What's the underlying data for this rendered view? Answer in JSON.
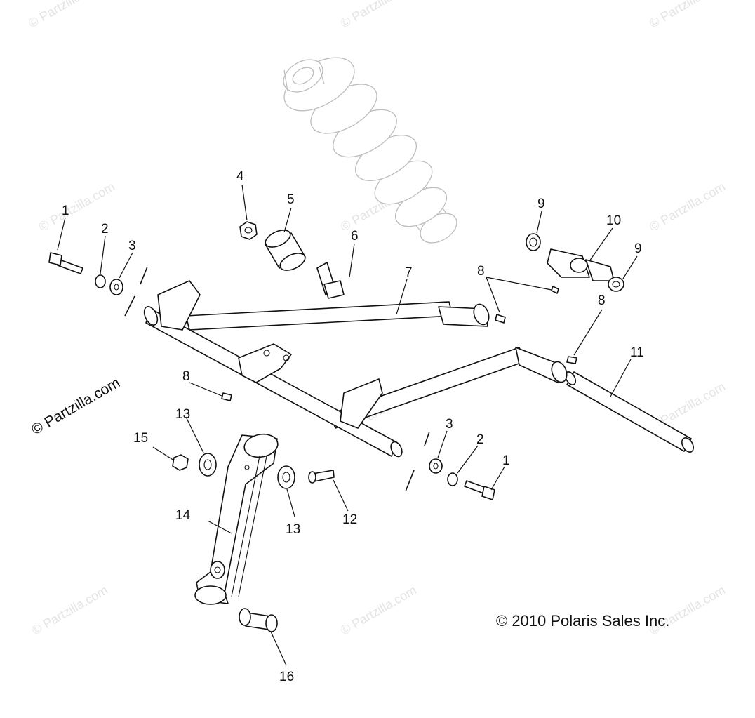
{
  "diagram": {
    "callouts": [
      {
        "id": "c1a",
        "text": "1"
      },
      {
        "id": "c2a",
        "text": "2"
      },
      {
        "id": "c3a",
        "text": "3"
      },
      {
        "id": "c4",
        "text": "4"
      },
      {
        "id": "c5",
        "text": "5"
      },
      {
        "id": "c6",
        "text": "6"
      },
      {
        "id": "c7",
        "text": "7"
      },
      {
        "id": "c8a",
        "text": "8"
      },
      {
        "id": "c8b",
        "text": "8"
      },
      {
        "id": "c8c",
        "text": "8"
      },
      {
        "id": "c9a",
        "text": "9"
      },
      {
        "id": "c9b",
        "text": "9"
      },
      {
        "id": "c10",
        "text": "10"
      },
      {
        "id": "c11",
        "text": "11"
      },
      {
        "id": "c12",
        "text": "12"
      },
      {
        "id": "c13a",
        "text": "13"
      },
      {
        "id": "c13b",
        "text": "13"
      },
      {
        "id": "c14",
        "text": "14"
      },
      {
        "id": "c15",
        "text": "15"
      },
      {
        "id": "c16",
        "text": "16"
      },
      {
        "id": "c3b",
        "text": "3"
      },
      {
        "id": "c2b",
        "text": "2"
      },
      {
        "id": "c1b",
        "text": "1"
      }
    ],
    "copyright": "© 2010 Polaris Sales Inc.",
    "side_copyright": "© Partzilla.com",
    "watermark": "© Partzilla.com"
  }
}
